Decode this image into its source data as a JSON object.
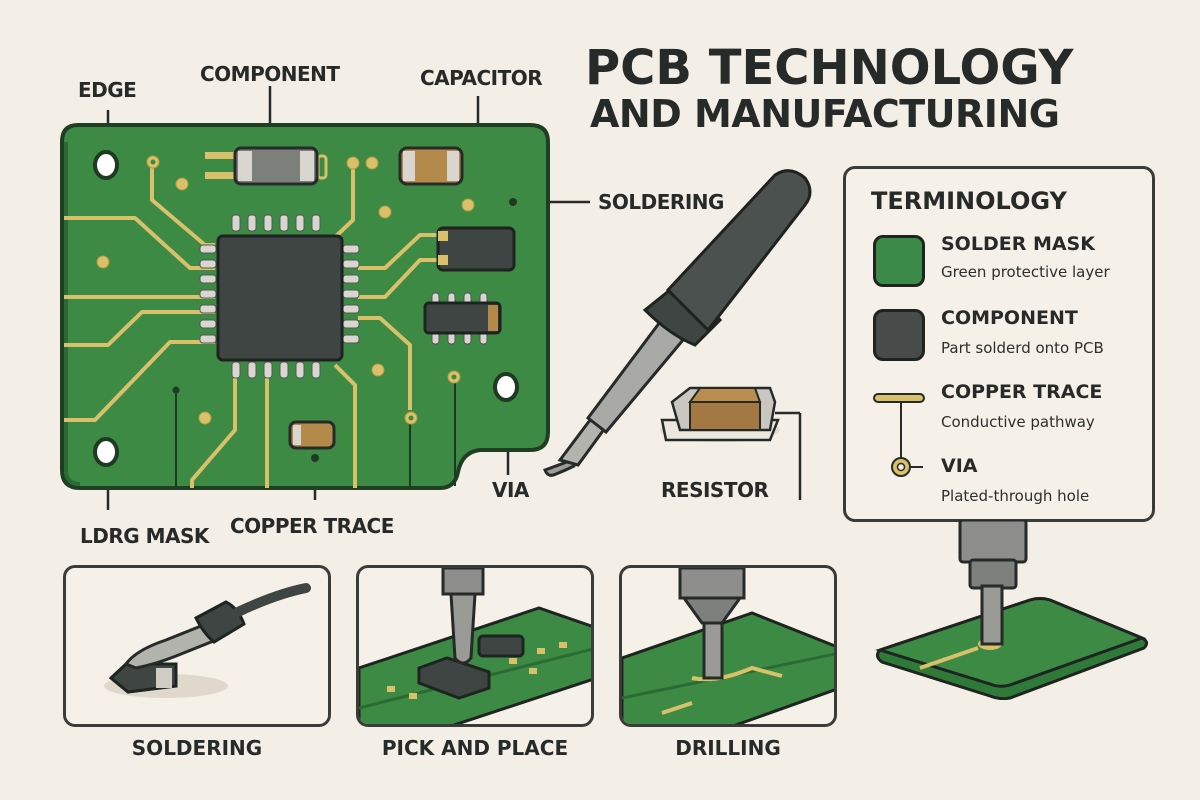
{
  "title": {
    "line1": "PCB TECHNOLOGY",
    "line2": "AND MANUFACTURING"
  },
  "board_labels": {
    "edge": "EDGE",
    "component": "COMPONENT",
    "capacitor": "CAPACITOR",
    "soldering": "SOLDERING",
    "via": "VIA",
    "resistor": "RESISTOR",
    "mask": "LDRG MASK",
    "copper_trace": "COPPER TRACE"
  },
  "legend": {
    "title": "TERMINOLOGY",
    "items": [
      {
        "name": "SOLDER MASK",
        "desc": "Green protective layer",
        "icon": "solder-mask-swatch",
        "color": "#3c8a47"
      },
      {
        "name": "COMPONENT",
        "desc": "Part solderd onto PCB",
        "icon": "component-swatch",
        "color": "#474b49"
      },
      {
        "name": "COPPER TRACE",
        "desc": "Conductive pathway",
        "icon": "copper-trace-line",
        "color": "#d9c06a"
      },
      {
        "name": "VIA",
        "desc": "Plated-through hole",
        "icon": "via-ring",
        "color": "#d9c06a"
      }
    ]
  },
  "process_panels": [
    {
      "label": "SOLDERING"
    },
    {
      "label": "PICK AND PLACE"
    },
    {
      "label": "DRILLING"
    }
  ],
  "colors": {
    "background": "#f3efe6",
    "board_green": "#3d8a44",
    "board_edge": "#1f4a27",
    "copper": "#d9c06a",
    "chip": "#3f4543",
    "outline": "#262a28"
  }
}
